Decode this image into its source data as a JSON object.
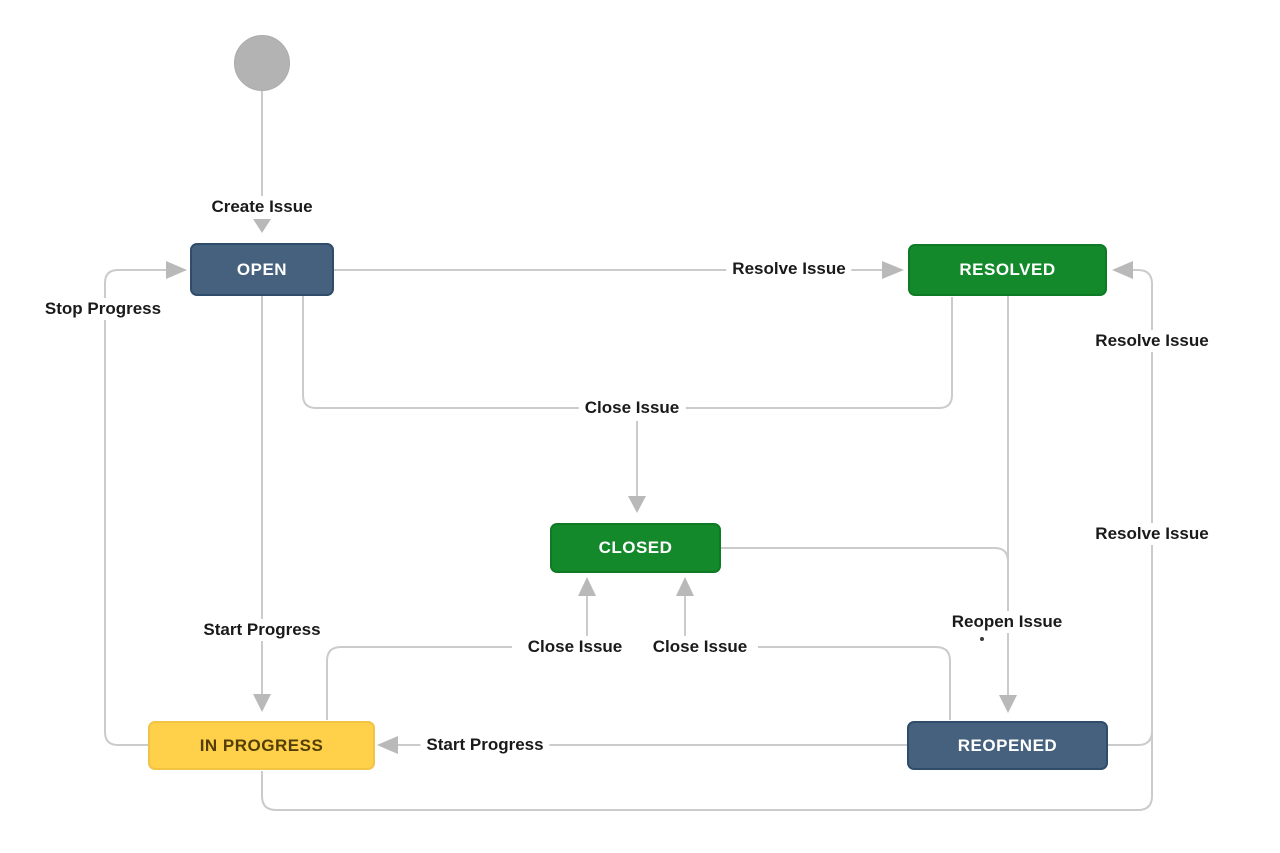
{
  "nodes": {
    "open": "OPEN",
    "resolved": "RESOLVED",
    "closed": "CLOSED",
    "in_progress": "IN PROGRESS",
    "reopened": "REOPENED"
  },
  "transitions": {
    "create_issue": "Create Issue",
    "stop_progress": "Stop Progress",
    "resolve_issue_from_open": "Resolve Issue",
    "close_issue_from_open": "Close Issue",
    "start_progress_from_open": "Start Progress",
    "close_issue_from_in_progress": "Close Issue",
    "close_issue_from_reopened": "Close Issue",
    "reopen_issue": "Reopen Issue",
    "resolve_issue_right_upper": "Resolve Issue",
    "resolve_issue_right_lower": "Resolve Issue",
    "start_progress_from_reopened": "Start Progress"
  },
  "colors": {
    "status_blue": "#45617E",
    "status_green": "#14892C",
    "status_yellow": "#FFD04A",
    "yellow_node_text": "#533F04",
    "node_text_light": "#FFFFFF",
    "connector_line": "#CBCBCB",
    "arrowhead": "#B9B9B9",
    "start_circle": "#B3B3B3",
    "label_text": "#1A1A1A",
    "background": "#FFFFFF"
  }
}
